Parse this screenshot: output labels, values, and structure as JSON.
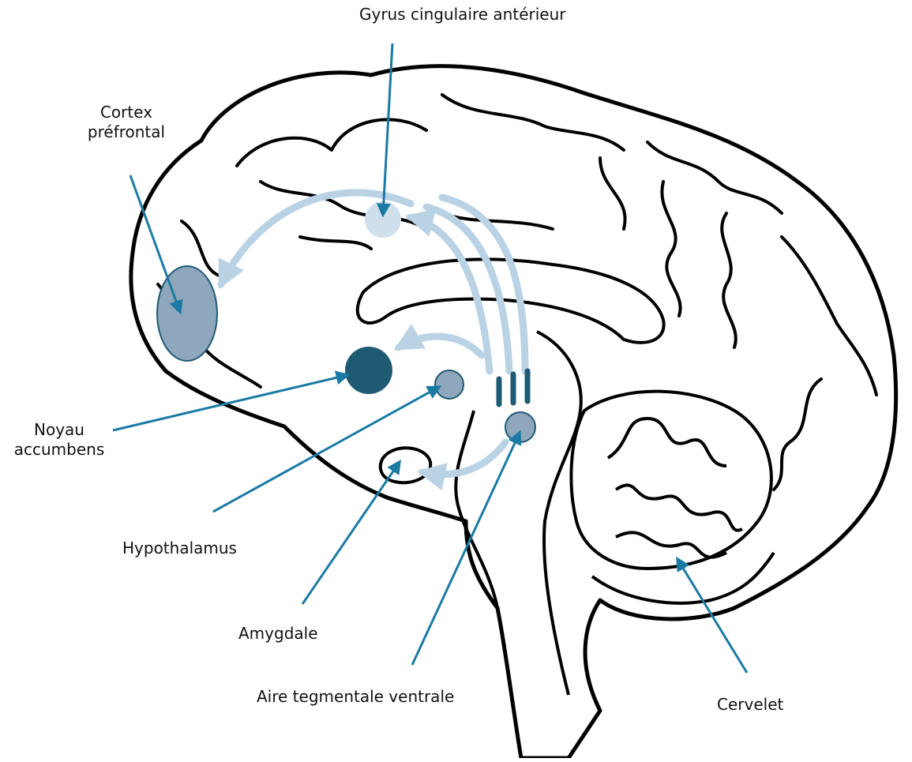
{
  "colors": {
    "outline": "#000000",
    "pointer": "#1a7aa3",
    "pathway": "#b9d2e4",
    "region_light": "#cfe0ec",
    "region_mid": "#8ea7bd",
    "region_dark": "#1f5a73"
  },
  "labels": {
    "acc": "Gyrus cingulaire antérieur",
    "pfc": "Cortex\npréfrontal",
    "nac": "Noyau\naccumbens",
    "hyp": "Hypothalamus",
    "amy": "Amygdale",
    "vta": "Aire tegmentale ventrale",
    "cer": "Cervelet"
  }
}
